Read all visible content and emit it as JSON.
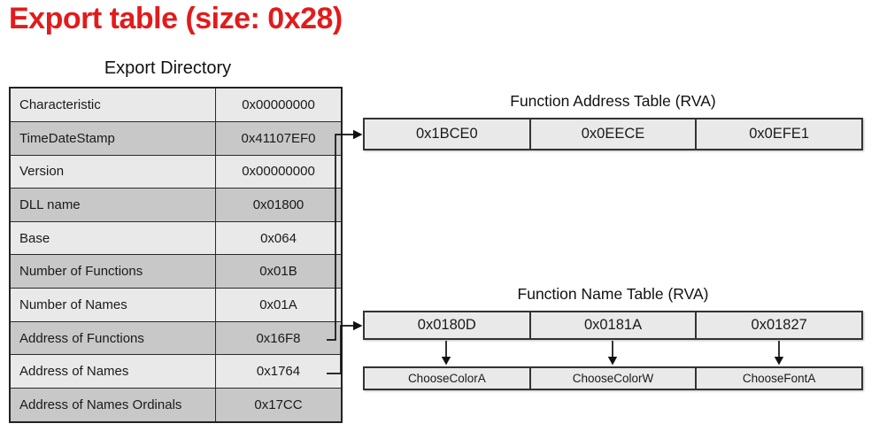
{
  "title": "Export table (size: 0x28)",
  "export_directory": {
    "label": "Export Directory",
    "rows": [
      {
        "field": "Characteristic",
        "value": "0x00000000"
      },
      {
        "field": "TimeDateStamp",
        "value": "0x41107EF0"
      },
      {
        "field": "Version",
        "value": "0x00000000"
      },
      {
        "field": "DLL name",
        "value": "0x01800"
      },
      {
        "field": "Base",
        "value": "0x064"
      },
      {
        "field": "Number of Functions",
        "value": "0x01B"
      },
      {
        "field": "Number of Names",
        "value": "0x01A"
      },
      {
        "field": "Address of Functions",
        "value": "0x16F8"
      },
      {
        "field": "Address of Names",
        "value": "0x1764"
      },
      {
        "field": "Address of Names Ordinals",
        "value": "0x17CC"
      }
    ]
  },
  "function_address_table": {
    "title": "Function Address Table (RVA)",
    "cells": [
      "0x1BCE0",
      "0x0EECE",
      "0x0EFE1"
    ]
  },
  "function_name_table": {
    "title": "Function Name Table (RVA)",
    "cells": [
      "0x0180D",
      "0x0181A",
      "0x01827"
    ],
    "names": [
      "ChooseColorA",
      "ChooseColorW",
      "ChooseFontA"
    ]
  },
  "colors": {
    "title_red": "#e21b1b",
    "row_light": "#e9e9e9",
    "row_dark": "#c8c8c8",
    "cell_fill": "#e9e9e9",
    "border_dark": "#2a2a2a"
  }
}
